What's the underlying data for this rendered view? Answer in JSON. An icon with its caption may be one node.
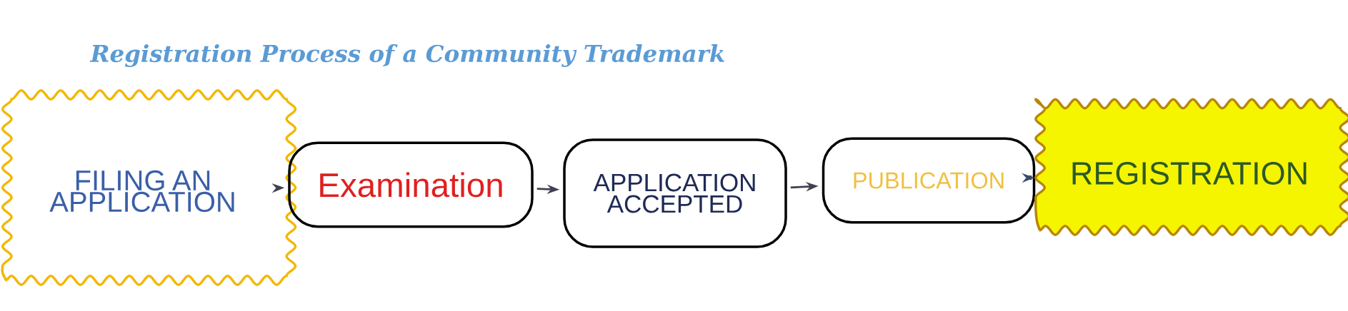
{
  "diagram": {
    "title": "Registration Process of a Community Trademark",
    "nodes": [
      {
        "text": [
          "FILING AN APPLICATION"
        ]
      },
      {
        "text": [
          "Examination"
        ]
      },
      {
        "text": [
          "APPLICATION ACCEPTED"
        ]
      },
      {
        "text": [
          "PUBLICATION"
        ]
      },
      {
        "text": [
          "REGISTRATION"
        ]
      }
    ],
    "edges": [
      {
        "from": 0,
        "to": 1,
        "arrow": "to"
      },
      {
        "from": 1,
        "to": 2,
        "arrow": "to"
      },
      {
        "from": 2,
        "to": 3,
        "arrow": "to"
      },
      {
        "from": 3,
        "to": 4,
        "arrow": "to",
        "style": "thick",
        "color": "#3a4a6a"
      }
    ]
  }
}
